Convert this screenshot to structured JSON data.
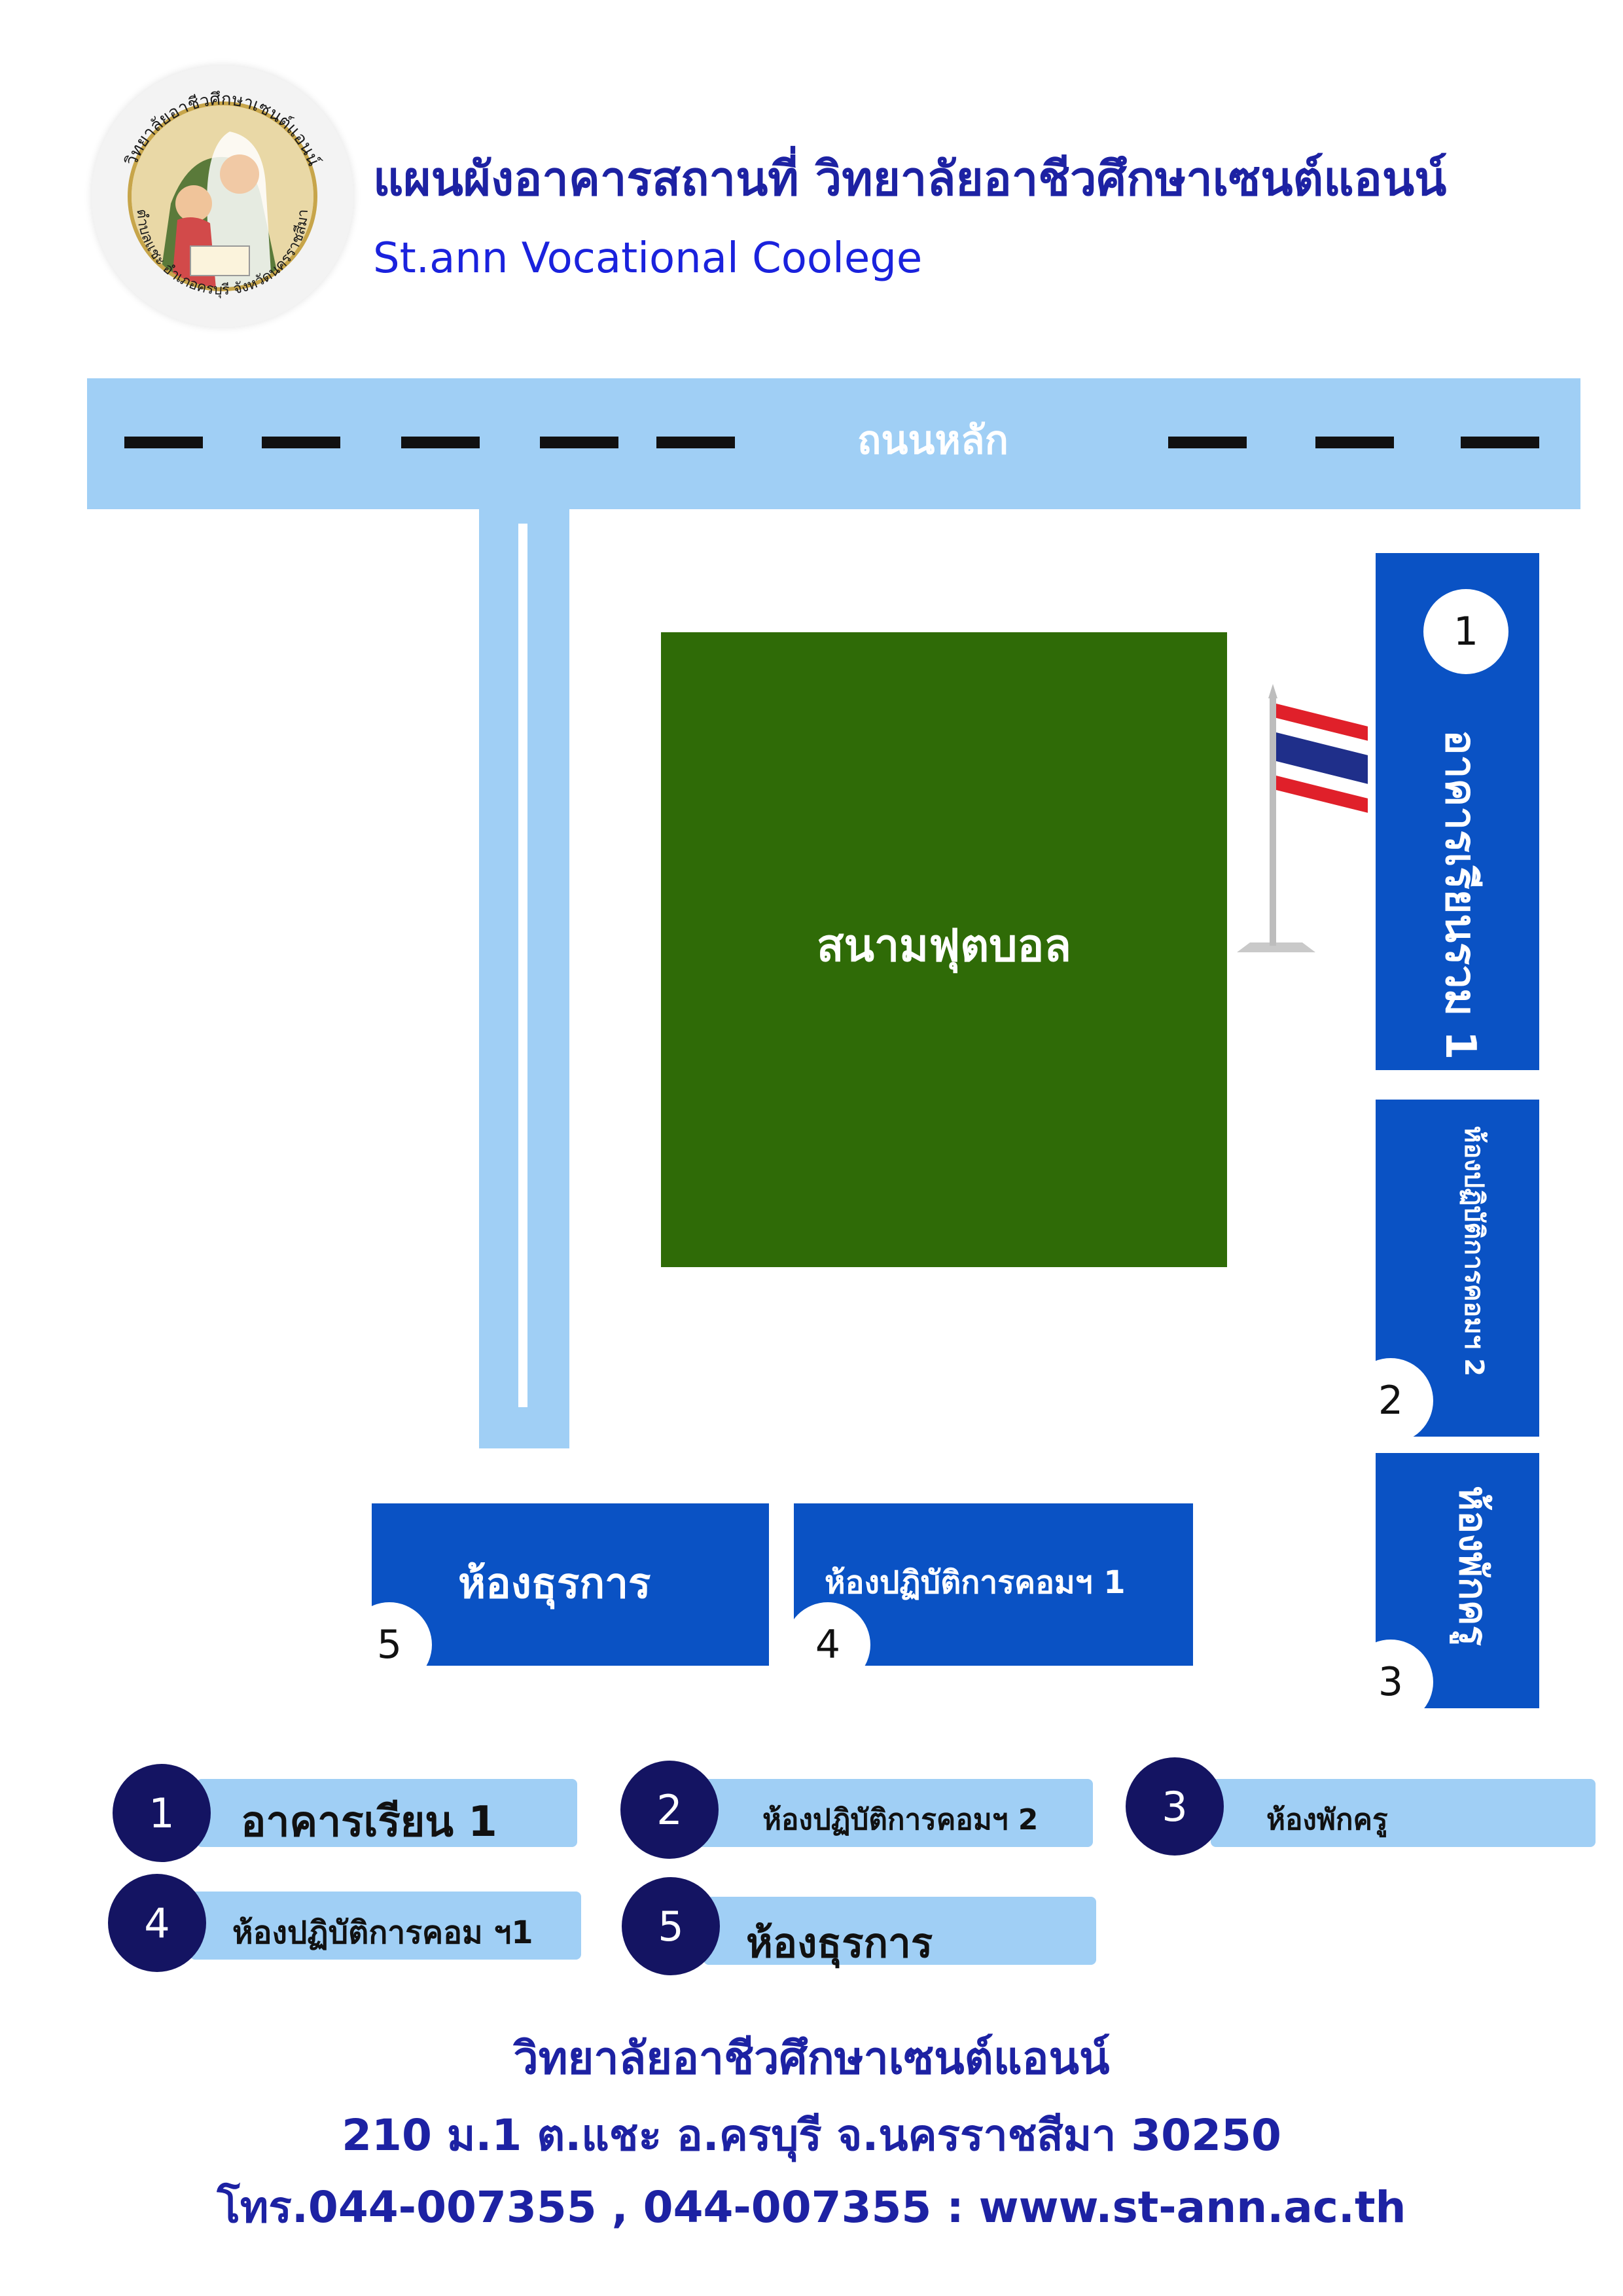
{
  "header": {
    "title_th": "แผนผังอาคารสถานที่ วิทยาลัยอาชีวศึกษาเซนต์แอนน์",
    "title_en": "St.ann Vocational Coolege",
    "logo_ring_top": "วิทยาลัยอาชีวศึกษาเซนต์แอนน์",
    "logo_ring_bottom": "ตำบลแชะ อำเภอครบุรี จังหวัดนครราชสีมา"
  },
  "map": {
    "main_road_label": "ถนนหลัก",
    "field_label": "สนามฟุตบอล",
    "buildings": [
      {
        "number": "1",
        "label": "อาคารเรียนรวม 1"
      },
      {
        "number": "2",
        "label": "ห้องปฏิบัติการคอมฯ 2"
      },
      {
        "number": "3",
        "label": "ห้องพักครู"
      },
      {
        "number": "4",
        "label": "ห้องปฏิบัติการคอมฯ 1"
      },
      {
        "number": "5",
        "label": "ห้องธุรการ"
      }
    ],
    "colors": {
      "road": "#a0cff5",
      "field": "#2f6b07",
      "building": "#0a52c4",
      "legend_number": "#141462"
    }
  },
  "legend": [
    {
      "number": "1",
      "label": "อาคารเรียน 1"
    },
    {
      "number": "2",
      "label": "ห้องปฏิบัติการคอมฯ 2"
    },
    {
      "number": "3",
      "label": "ห้องพักครู"
    },
    {
      "number": "4",
      "label": "ห้องปฏิบัติการคอม ฯ1"
    },
    {
      "number": "5",
      "label": "ห้องธุรการ"
    }
  ],
  "footer": {
    "line1": "วิทยาลัยอาชีวศึกษาเซนต์แอนน์",
    "line2": "210 ม.1 ต.แชะ อ.ครบุรี จ.นครราชสีมา 30250",
    "line3": "โทร.044-007355 , 044-007355 : www.st-ann.ac.th"
  }
}
